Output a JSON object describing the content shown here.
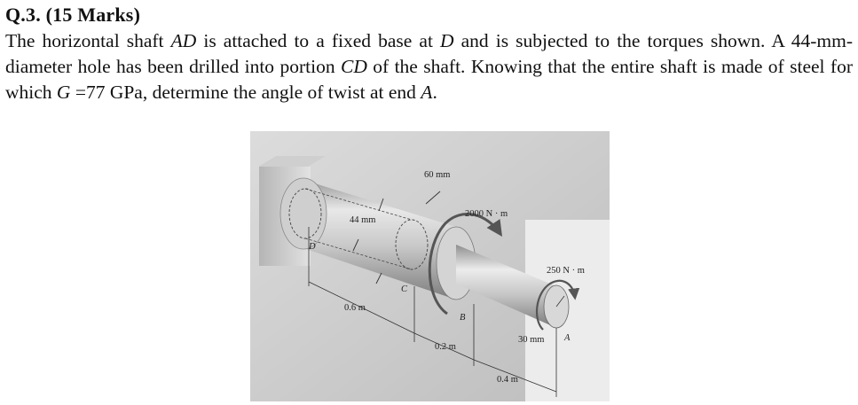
{
  "question": {
    "heading": "Q.3. (15 Marks)",
    "text": {
      "t1": "The horizontal shaft ",
      "v1": "AD",
      "t2": " is attached to a fixed base at ",
      "v2": "D",
      "t3": " and is subjected to the torques shown. A 44-mm-diameter hole has been drilled into portion ",
      "v3": "CD",
      "t4": " of the shaft. Knowing that the entire shaft is made of steel for which ",
      "v4": "G",
      "t5": " =77 GPa, determine the angle of twist at end ",
      "v5": "A",
      "t6": "."
    }
  },
  "figure": {
    "labels": {
      "dia_60": "60 mm",
      "dia_44": "44 mm",
      "torque_2000": "2000 N · m",
      "torque_250": "250 N · m",
      "point_d": "D",
      "point_c": "C",
      "point_b": "B",
      "point_a": "A",
      "len_cd": "0.6 m",
      "len_bc": "0.2 m",
      "len_ab": "0.4 m",
      "dia_30": "30 mm"
    }
  }
}
